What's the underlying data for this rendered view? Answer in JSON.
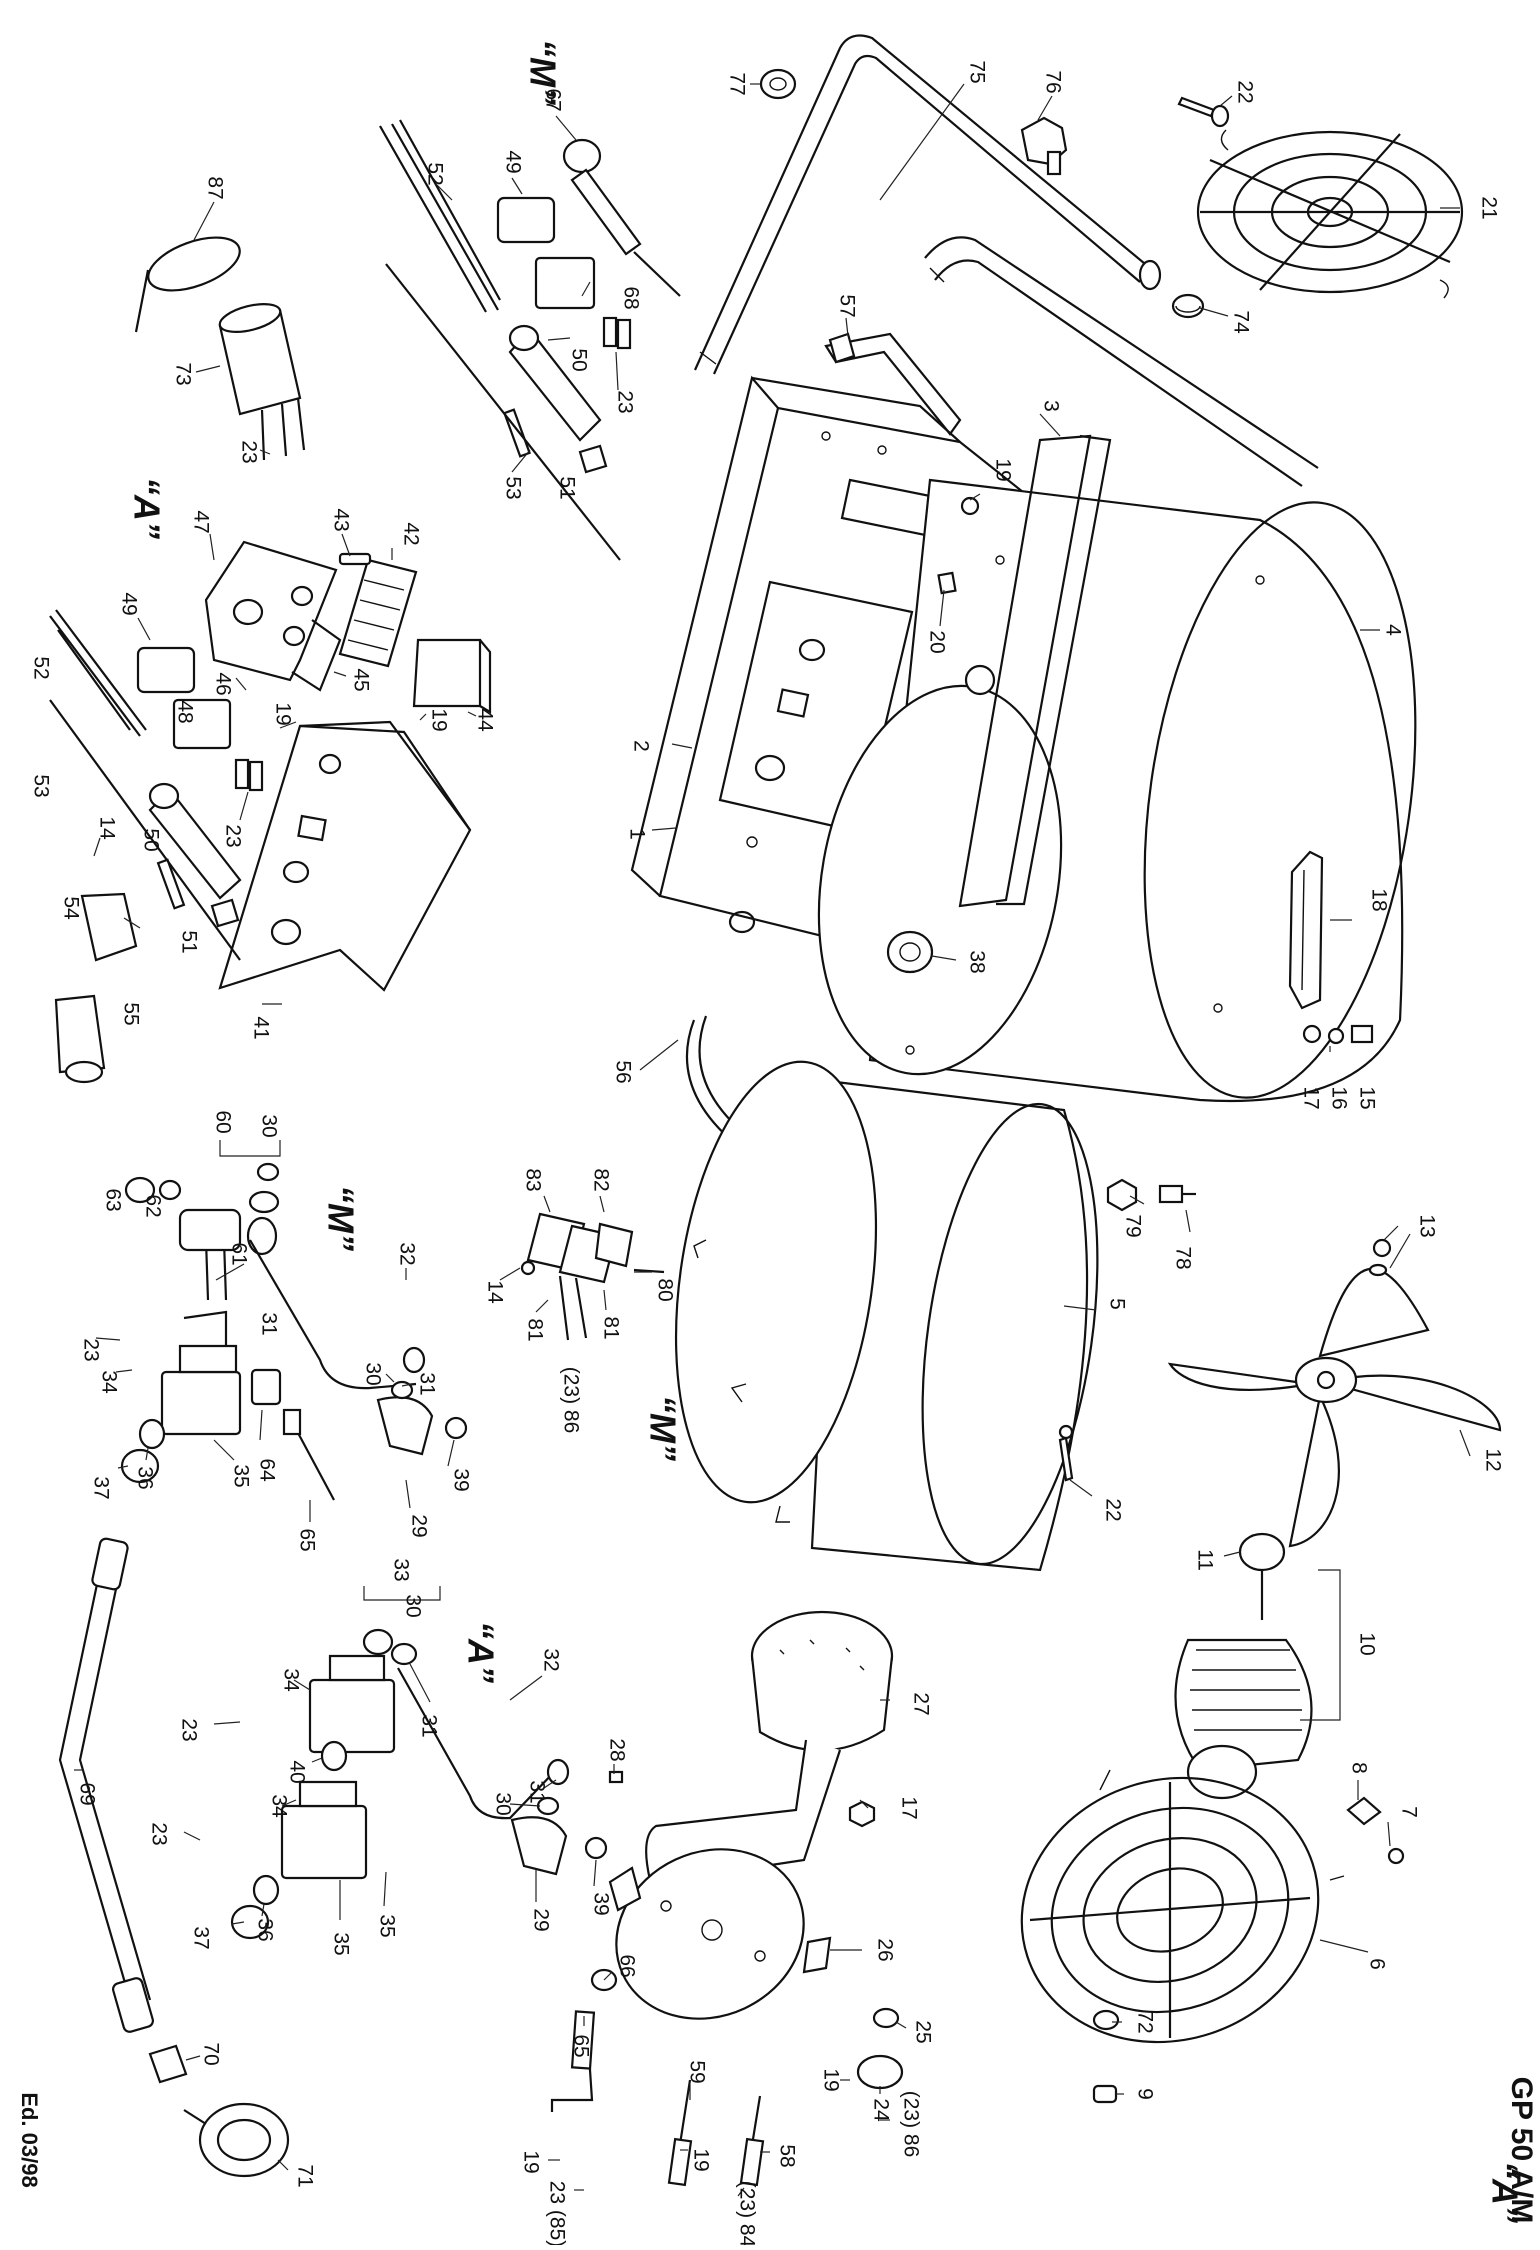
{
  "title": "GP 50 A/M",
  "edition": "Ed. 03/98",
  "variant_labels": [
    {
      "id": "m-top",
      "text": "“M”"
    },
    {
      "id": "a-top",
      "text": "“A”"
    },
    {
      "id": "m-mid",
      "text": "“M”"
    },
    {
      "id": "m-shell",
      "text": "“M”"
    },
    {
      "id": "a-mid",
      "text": "“A”"
    },
    {
      "id": "a-bottom",
      "text": "“A”"
    }
  ],
  "callouts": [
    {
      "id": "c77",
      "text": "77"
    },
    {
      "id": "c75",
      "text": "75"
    },
    {
      "id": "c76",
      "text": "76"
    },
    {
      "id": "c22a",
      "text": "22"
    },
    {
      "id": "c21",
      "text": "21"
    },
    {
      "id": "c74",
      "text": "74"
    },
    {
      "id": "c67",
      "text": "67"
    },
    {
      "id": "c52a",
      "text": "52"
    },
    {
      "id": "c49a",
      "text": "49"
    },
    {
      "id": "c68",
      "text": "68"
    },
    {
      "id": "c50a",
      "text": "50"
    },
    {
      "id": "c23a",
      "text": "23"
    },
    {
      "id": "c51a",
      "text": "51"
    },
    {
      "id": "c53a",
      "text": "53"
    },
    {
      "id": "c87",
      "text": "87"
    },
    {
      "id": "c73",
      "text": "73"
    },
    {
      "id": "c23b",
      "text": "23"
    },
    {
      "id": "c57",
      "text": "57"
    },
    {
      "id": "c3",
      "text": "3"
    },
    {
      "id": "c19a",
      "text": "19"
    },
    {
      "id": "c4",
      "text": "4"
    },
    {
      "id": "c20",
      "text": "20"
    },
    {
      "id": "c2",
      "text": "2"
    },
    {
      "id": "c1",
      "text": "1"
    },
    {
      "id": "c43",
      "text": "43"
    },
    {
      "id": "c42",
      "text": "42"
    },
    {
      "id": "c47",
      "text": "47"
    },
    {
      "id": "c49b",
      "text": "49"
    },
    {
      "id": "c46",
      "text": "46"
    },
    {
      "id": "c45",
      "text": "45"
    },
    {
      "id": "c44",
      "text": "44"
    },
    {
      "id": "c52b",
      "text": "52"
    },
    {
      "id": "c48",
      "text": "48"
    },
    {
      "id": "c19b",
      "text": "19"
    },
    {
      "id": "c19c",
      "text": "19"
    },
    {
      "id": "c23c",
      "text": "23"
    },
    {
      "id": "c53b",
      "text": "53"
    },
    {
      "id": "c14a",
      "text": "14"
    },
    {
      "id": "c50b",
      "text": "50"
    },
    {
      "id": "c54",
      "text": "54"
    },
    {
      "id": "c51b",
      "text": "51"
    },
    {
      "id": "c55",
      "text": "55"
    },
    {
      "id": "c41",
      "text": "41"
    },
    {
      "id": "c18",
      "text": "18"
    },
    {
      "id": "c38",
      "text": "38"
    },
    {
      "id": "c56",
      "text": "56"
    },
    {
      "id": "c17a",
      "text": "17"
    },
    {
      "id": "c16",
      "text": "16"
    },
    {
      "id": "c15",
      "text": "15"
    },
    {
      "id": "c60",
      "text": "60"
    },
    {
      "id": "c30a",
      "text": "30"
    },
    {
      "id": "c63",
      "text": "63"
    },
    {
      "id": "c62",
      "text": "62"
    },
    {
      "id": "c83",
      "text": "83"
    },
    {
      "id": "c82",
      "text": "82"
    },
    {
      "id": "c79",
      "text": "79"
    },
    {
      "id": "c78",
      "text": "78"
    },
    {
      "id": "c13",
      "text": "13"
    },
    {
      "id": "c32a",
      "text": "32"
    },
    {
      "id": "c14b",
      "text": "14"
    },
    {
      "id": "c81a",
      "text": "81"
    },
    {
      "id": "c80",
      "text": "80"
    },
    {
      "id": "c81b",
      "text": "81"
    },
    {
      "id": "c61",
      "text": "61"
    },
    {
      "id": "c31a",
      "text": "31"
    },
    {
      "id": "c5",
      "text": "5"
    },
    {
      "id": "c23d",
      "text": "23"
    },
    {
      "id": "c34a",
      "text": "34"
    },
    {
      "id": "c2386",
      "text": "(23) 86"
    },
    {
      "id": "c31b",
      "text": "31"
    },
    {
      "id": "c30b",
      "text": "30"
    },
    {
      "id": "c12",
      "text": "12"
    },
    {
      "id": "c37a",
      "text": "37"
    },
    {
      "id": "c36a",
      "text": "36"
    },
    {
      "id": "c35a",
      "text": "35"
    },
    {
      "id": "c64",
      "text": "64"
    },
    {
      "id": "c65a",
      "text": "65"
    },
    {
      "id": "c29a",
      "text": "29"
    },
    {
      "id": "c39a",
      "text": "39"
    },
    {
      "id": "c22b",
      "text": "22"
    },
    {
      "id": "c11",
      "text": "11"
    },
    {
      "id": "c33",
      "text": "33"
    },
    {
      "id": "c30c",
      "text": "30"
    },
    {
      "id": "c10",
      "text": "10"
    },
    {
      "id": "c34b",
      "text": "34"
    },
    {
      "id": "c23e",
      "text": "23"
    },
    {
      "id": "c31c",
      "text": "31"
    },
    {
      "id": "c32b",
      "text": "32"
    },
    {
      "id": "c27",
      "text": "27"
    },
    {
      "id": "c69",
      "text": "69"
    },
    {
      "id": "c40",
      "text": "40"
    },
    {
      "id": "c35b",
      "text": "35"
    },
    {
      "id": "c28",
      "text": "28"
    },
    {
      "id": "c31d",
      "text": "31"
    },
    {
      "id": "c30d",
      "text": "30"
    },
    {
      "id": "c17b",
      "text": "17"
    },
    {
      "id": "c8",
      "text": "8"
    },
    {
      "id": "c7",
      "text": "7"
    },
    {
      "id": "c34c",
      "text": "34"
    },
    {
      "id": "c23f",
      "text": "23"
    },
    {
      "id": "c29b",
      "text": "29"
    },
    {
      "id": "c39b",
      "text": "39"
    },
    {
      "id": "c37b",
      "text": "37"
    },
    {
      "id": "c36b",
      "text": "36"
    },
    {
      "id": "c35c",
      "text": "35"
    },
    {
      "id": "c66",
      "text": "66"
    },
    {
      "id": "c26",
      "text": "26"
    },
    {
      "id": "c6",
      "text": "6"
    },
    {
      "id": "c65b",
      "text": "65"
    },
    {
      "id": "c25",
      "text": "25"
    },
    {
      "id": "c72",
      "text": "72"
    },
    {
      "id": "c70",
      "text": "70"
    },
    {
      "id": "c59",
      "text": "59"
    },
    {
      "id": "c19d",
      "text": "19"
    },
    {
      "id": "c24",
      "text": "24"
    },
    {
      "id": "c9",
      "text": "9"
    },
    {
      "id": "c2386b",
      "text": "(23) 86"
    },
    {
      "id": "c58",
      "text": "58"
    },
    {
      "id": "c19e",
      "text": "19"
    },
    {
      "id": "c19f",
      "text": "19"
    },
    {
      "id": "c71",
      "text": "71"
    },
    {
      "id": "c2385",
      "text": "23 (85)"
    },
    {
      "id": "c2384",
      "text": "(23) 84"
    }
  ]
}
